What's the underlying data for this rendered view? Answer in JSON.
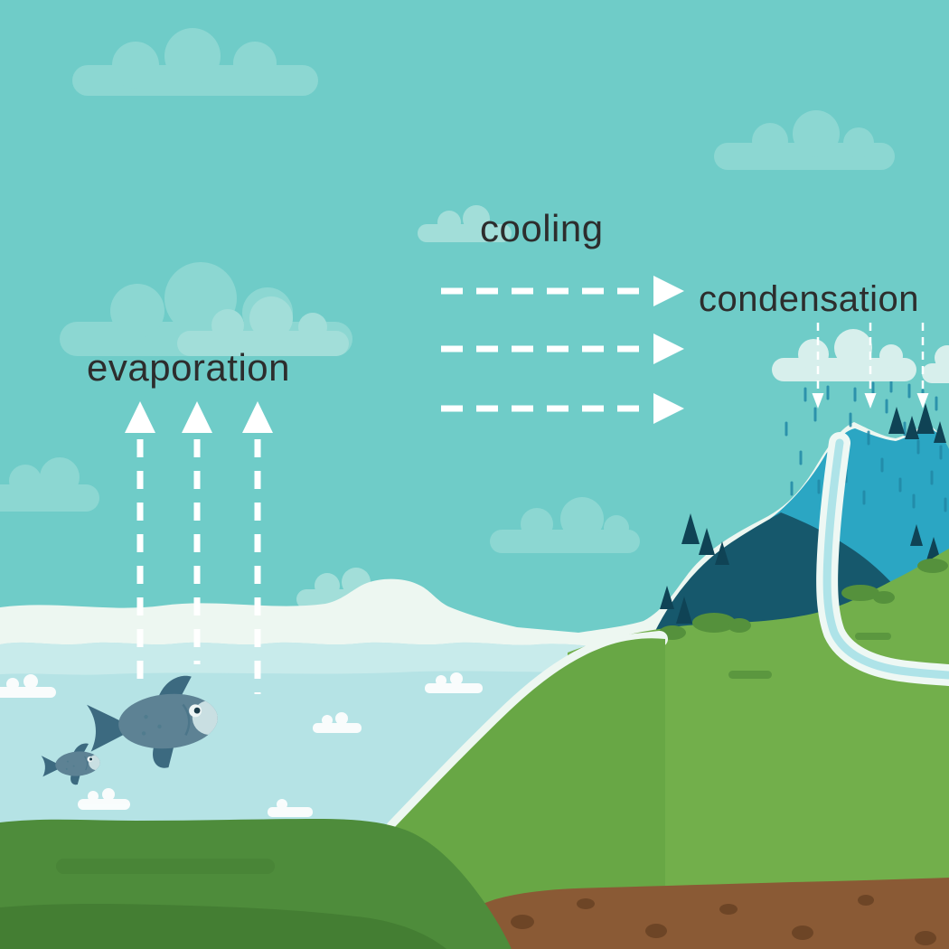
{
  "diagram": {
    "type": "water-cycle",
    "stages": [
      {
        "label": "evaporation",
        "arrow_direction": "up",
        "arrow_count": 3
      },
      {
        "label": "cooling",
        "arrow_direction": "right",
        "arrow_count": 3
      },
      {
        "label": "condensation",
        "arrow_direction": "down",
        "arrow_count": 3
      }
    ]
  },
  "colors": {
    "sky": "#6fccc8",
    "cloud": "#8cd7d2",
    "cloud_light": "#a2ded9",
    "cloud_white": "#d7efec",
    "haze": "#edf7f1",
    "lake": "#b5e3e5",
    "lake_light": "#c8ebeb",
    "wave": "#ffffff",
    "green_bright": "#72af4b",
    "green_mid": "#68a745",
    "green_dark": "#4e8c3b",
    "green_darkest": "#447e33",
    "bush": "#55913c",
    "mountain_blue": "#2ba6c3",
    "mountain_dark": "#16586c",
    "pine": "#0f4355",
    "waterfall": "#eef8f4",
    "river": "#aee3e8",
    "rain": "#2187a6",
    "soil": "#8a5a35",
    "soil_spot": "#6d4526",
    "fish_body": "#5d8294",
    "fish_dark": "#3c6a80",
    "fish_light": "#c9dfe2",
    "arrow": "#ffffff",
    "text": "#2d2d2d"
  }
}
